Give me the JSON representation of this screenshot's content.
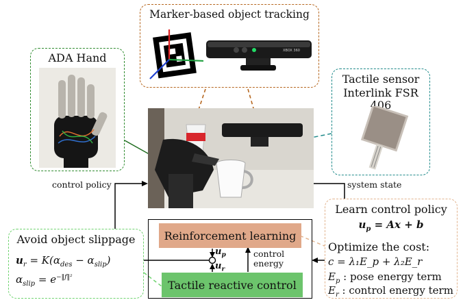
{
  "tracking": {
    "title": "Marker-based object tracking",
    "sensor_brand": "XBOX 360"
  },
  "ada": {
    "title": "ADA Hand"
  },
  "tactile": {
    "line1": "Tactile sensor",
    "line2": "Interlink FSR 406"
  },
  "signals": {
    "control_policy": "control policy",
    "system_state": "system state",
    "control_energy_1": "control",
    "control_energy_2": "energy",
    "u_p": "u",
    "u_p_sub": "p",
    "u_r": "u",
    "u_r_sub": "r"
  },
  "core": {
    "rl": "Reinforcement learning",
    "trc": "Tactile reactive control"
  },
  "avoid": {
    "title": "Avoid object slippage",
    "eq1_lhs": "u",
    "eq1_lhs_sub": "r",
    "eq1_rhs": "= K(α",
    "eq1_des": "des",
    "eq1_mid": " − α",
    "eq1_slip": "slip",
    "eq1_end": ")",
    "eq2_lhs": "α",
    "eq2_sub": "slip",
    "eq2_rhs": "= e",
    "eq2_exp": "−‖f‖²"
  },
  "learn": {
    "title": "Learn control policy",
    "eq_lhs": "u",
    "eq_sub": "p",
    "eq_rhs": "= Ax + b",
    "optimize": "Optimize the cost:",
    "cost": "c = λ₁E_p + λ₂E_r",
    "ep": "E",
    "ep_sub": "p",
    "ep_desc": ": pose energy term",
    "er": "E",
    "er_sub": "r",
    "er_desc": ": control energy term"
  },
  "colors": {
    "tracking_border": "#b5651d",
    "ada_border": "#2e8b2e",
    "tactile_border": "#1f8a8a",
    "avoid_border": "#6fd36f",
    "learn_border": "#e2b48f",
    "rl_fill": "#e0a889",
    "trc_fill": "#6cc46c"
  }
}
